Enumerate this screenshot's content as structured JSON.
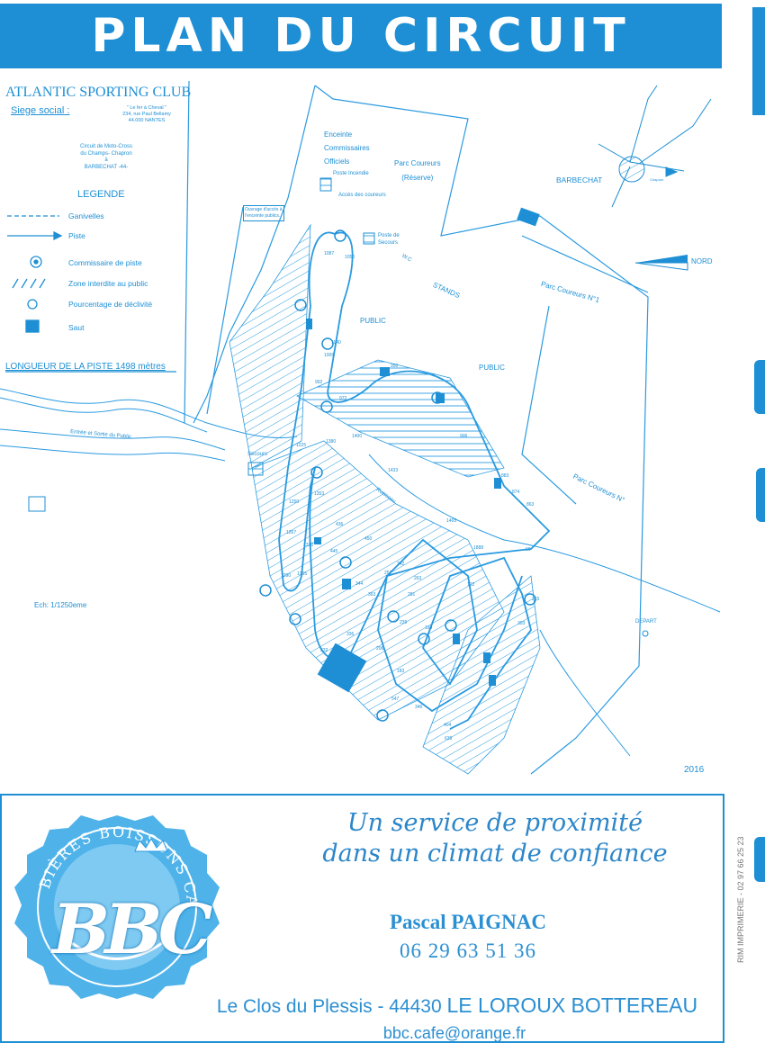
{
  "banner": {
    "title": "PLAN DU CIRCUIT"
  },
  "club": {
    "name": "ATLANTIC SPORTING CLUB",
    "siege_label": "Siege social :",
    "address_lines": [
      "\" Le fer à Cheval \"",
      "234, rue Paul Bellamy",
      "44.000 NANTES"
    ],
    "circuit_lines": [
      "Circuit de Moto-Cross",
      "du Champs- Chapron",
      "à",
      "BARBECHAT -44-"
    ]
  },
  "legend": {
    "title": "LEGENDE",
    "items": [
      {
        "symbol": "dashed-line",
        "label": "Ganivelles"
      },
      {
        "symbol": "arrow",
        "label": "Piste"
      },
      {
        "symbol": "ring",
        "label": "Commissaire de piste"
      },
      {
        "symbol": "hatch",
        "label": "Zone interdite au public"
      },
      {
        "symbol": "percent",
        "label": "Pourcentage de déclivité"
      },
      {
        "symbol": "square",
        "label": "Saut"
      }
    ]
  },
  "track": {
    "length_text": "LONGUEUR DE LA PISTE 1498 mètres",
    "scale_text": "Ech: 1/1250eme",
    "year": "2016"
  },
  "map_labels": {
    "enceinte": [
      "Enceinte",
      "Commissaires",
      "Officiels"
    ],
    "parc_reserve": [
      "Parc Coureurs",
      "(Réserve)"
    ],
    "barbechat": "BARBECHAT",
    "nord": "NORD",
    "poste_incendie": "Poste Incendie",
    "acces": "Accès des coureurs",
    "ouvrage": [
      "Ouvrage d'accès à",
      "l'enceinte publics."
    ],
    "poste_secours": [
      "Poste de",
      "Secours"
    ],
    "stands": "STANDS",
    "wc": "W.C",
    "parc1": "Parc Coureurs N°1",
    "parc2": "Parc Coureurs N°",
    "public1": "PUBLIC",
    "public2": "PUBLIC",
    "entree": "Entrée et Sortie du Public",
    "secours": "Secours",
    "ruisseau": "Ruisseau",
    "depart": "DEPART",
    "chapron": "Chapron"
  },
  "distances": [
    "1087",
    "1050",
    "1140",
    "1006",
    "992",
    "972",
    "950",
    "906",
    "883",
    "874",
    "863",
    "1400",
    "1380",
    "1225",
    "1353",
    "1250",
    "1267",
    "1320",
    "1290",
    "1305",
    "1433",
    "1465",
    "1888",
    "122",
    "60",
    "315",
    "303",
    "183",
    "239",
    "169",
    "206",
    "252",
    "263",
    "242",
    "281",
    "344",
    "363",
    "436",
    "445",
    "450",
    "336",
    "332",
    "547",
    "346",
    "404",
    "639"
  ],
  "footer": {
    "slogan_lines": [
      "Un service de proximité",
      "dans un climat de confiance"
    ],
    "contact_name": "Pascal PAIGNAC",
    "phone": "06 29 63 51 36",
    "address_prefix": "Le Clos du Plessis - 44430 ",
    "address_city": "LE LOROUX BOTTEREAU",
    "email": "bbc.cafe@orange.fr",
    "logo_text": "BBC",
    "logo_ring_text": "BIÈRES BOISSONS CAFÉ"
  },
  "printer": "RIM IMPRIMERIE - 02 97 66 25 23",
  "colors": {
    "brand": "#1e8fd4",
    "map_line": "#2a9ae0",
    "logo": "#4fb3ea"
  }
}
